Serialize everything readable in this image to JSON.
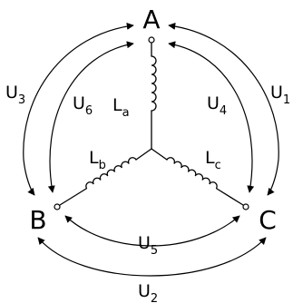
{
  "nodes": {
    "a": "A",
    "b": "B",
    "c": "C"
  },
  "inductors": {
    "a": {
      "main": "L",
      "sub": "a"
    },
    "b": {
      "main": "L",
      "sub": "b"
    },
    "c": {
      "main": "L",
      "sub": "c"
    }
  },
  "voltages": {
    "u1": {
      "main": "U",
      "sub": "1"
    },
    "u2": {
      "main": "U",
      "sub": "2"
    },
    "u3": {
      "main": "U",
      "sub": "3"
    },
    "u4": {
      "main": "U",
      "sub": "4"
    },
    "u5": {
      "main": "U",
      "sub": "5"
    },
    "u6": {
      "main": "U",
      "sub": "6"
    }
  }
}
